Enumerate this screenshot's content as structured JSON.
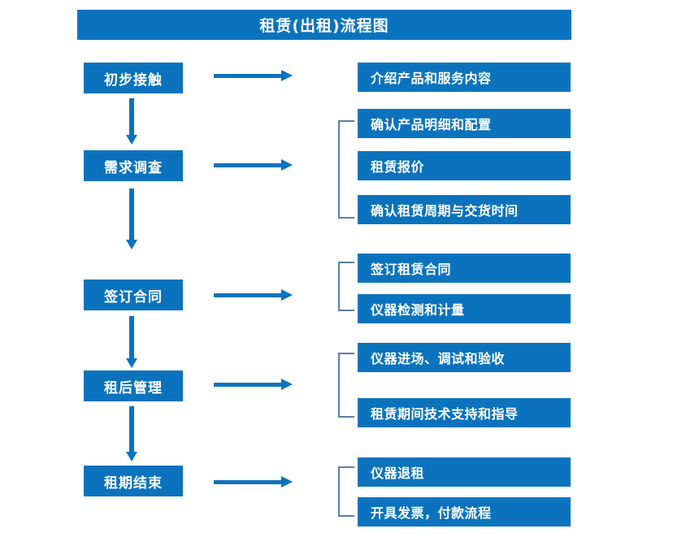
{
  "title": "租赁(出租)流程图",
  "colors": {
    "box_blue": "#0b73bd",
    "arrow_blue": "#0b73bd",
    "bracket_gray_blue": "#5a7fa6",
    "text_white": "#ffffff",
    "background": "#ffffff"
  },
  "stages": [
    {
      "label": "初步接触"
    },
    {
      "label": "需求调查"
    },
    {
      "label": "签订合同"
    },
    {
      "label": "租后管理"
    },
    {
      "label": "租期结束"
    }
  ],
  "details": [
    {
      "label": "介绍产品和服务内容"
    },
    {
      "label": "确认产品明细和配置"
    },
    {
      "label": "租赁报价"
    },
    {
      "label": "确认租赁周期与交货时间"
    },
    {
      "label": "签订租赁合同"
    },
    {
      "label": "仪器检测和计量"
    },
    {
      "label": "仪器进场、调试和验收"
    },
    {
      "label": "租赁期间技术支持和指导"
    },
    {
      "label": "仪器退租"
    },
    {
      "label": "开具发票，付款流程"
    }
  ],
  "chart_data": {
    "type": "diagram",
    "title": "租赁(出租)流程图",
    "diagram_kind": "flowchart",
    "orientation": "vertical-with-branches",
    "nodes": [
      {
        "id": "s1",
        "column": "left",
        "label": "初步接触"
      },
      {
        "id": "s2",
        "column": "left",
        "label": "需求调查"
      },
      {
        "id": "s3",
        "column": "left",
        "label": "签订合同"
      },
      {
        "id": "s4",
        "column": "left",
        "label": "租后管理"
      },
      {
        "id": "s5",
        "column": "left",
        "label": "租期结束"
      },
      {
        "id": "d1",
        "column": "right",
        "label": "介绍产品和服务内容"
      },
      {
        "id": "d2",
        "column": "right",
        "label": "确认产品明细和配置"
      },
      {
        "id": "d3",
        "column": "right",
        "label": "租赁报价"
      },
      {
        "id": "d4",
        "column": "right",
        "label": "确认租赁周期与交货时间"
      },
      {
        "id": "d5",
        "column": "right",
        "label": "签订租赁合同"
      },
      {
        "id": "d6",
        "column": "right",
        "label": "仪器检测和计量"
      },
      {
        "id": "d7",
        "column": "right",
        "label": "仪器进场、调试和验收"
      },
      {
        "id": "d8",
        "column": "right",
        "label": "租赁期间技术支持和指导"
      },
      {
        "id": "d9",
        "column": "right",
        "label": "仪器退租"
      },
      {
        "id": "d10",
        "column": "right",
        "label": "开具发票，付款流程"
      }
    ],
    "edges": [
      {
        "from": "s1",
        "to": "s2",
        "type": "vertical-arrow"
      },
      {
        "from": "s2",
        "to": "s3",
        "type": "vertical-arrow"
      },
      {
        "from": "s3",
        "to": "s4",
        "type": "vertical-arrow"
      },
      {
        "from": "s4",
        "to": "s5",
        "type": "vertical-arrow"
      },
      {
        "from": "s1",
        "to": "d1",
        "type": "horizontal-arrow"
      },
      {
        "from": "s2",
        "to": "d2,d3,d4",
        "type": "horizontal-arrow-bracket"
      },
      {
        "from": "s3",
        "to": "d5,d6",
        "type": "horizontal-arrow-bracket"
      },
      {
        "from": "s4",
        "to": "d7,d8",
        "type": "horizontal-arrow-bracket"
      },
      {
        "from": "s5",
        "to": "d9,d10",
        "type": "horizontal-arrow-bracket"
      }
    ]
  }
}
